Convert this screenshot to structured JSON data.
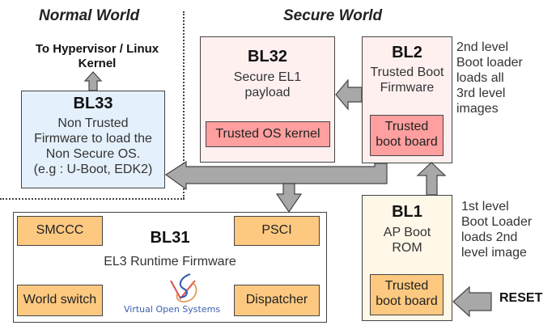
{
  "worlds": {
    "normal": "Normal World",
    "secure": "Secure World"
  },
  "hypervisor_label": "To Hypervisor / Linux Kernel",
  "bl33": {
    "title": "BL33",
    "lines": [
      "Non Trusted",
      "Firmware to load the",
      "Non Secure OS.",
      "(e.g : U-Boot, EDK2)"
    ]
  },
  "bl32": {
    "title": "BL32",
    "lines": [
      "Secure EL1",
      "payload"
    ],
    "inner": "Trusted OS kernel"
  },
  "bl2": {
    "title": "BL2",
    "lines": [
      "Trusted Boot",
      "Firmware"
    ],
    "inner": [
      "Trusted",
      "boot board"
    ],
    "note": [
      "2nd level",
      "Boot loader",
      "loads all",
      "3rd level",
      "images"
    ]
  },
  "bl1": {
    "title": "BL1",
    "lines": [
      "AP Boot",
      "ROM"
    ],
    "inner": [
      "Trusted",
      "boot board"
    ],
    "note": [
      "1st level",
      "Boot Loader",
      "loads 2nd",
      "level image"
    ]
  },
  "bl31": {
    "title": "BL31",
    "subtitle": "EL3 Runtime Firmware",
    "modules": {
      "smccc": "SMCCC",
      "psci": "PSCI",
      "world_switch": "World switch",
      "dispatcher": "Dispatcher"
    },
    "logo_text": "Virtual Open Systems"
  },
  "reset_label": "RESET",
  "colors": {
    "normal_box": "#e4f0fb",
    "secure_box": "#fff0f0",
    "bl1_box": "#fff7e8",
    "pink_inner": "#ff9f9f",
    "orange_inner": "#fdc980",
    "arrow_fill": "#a8a8a8"
  }
}
